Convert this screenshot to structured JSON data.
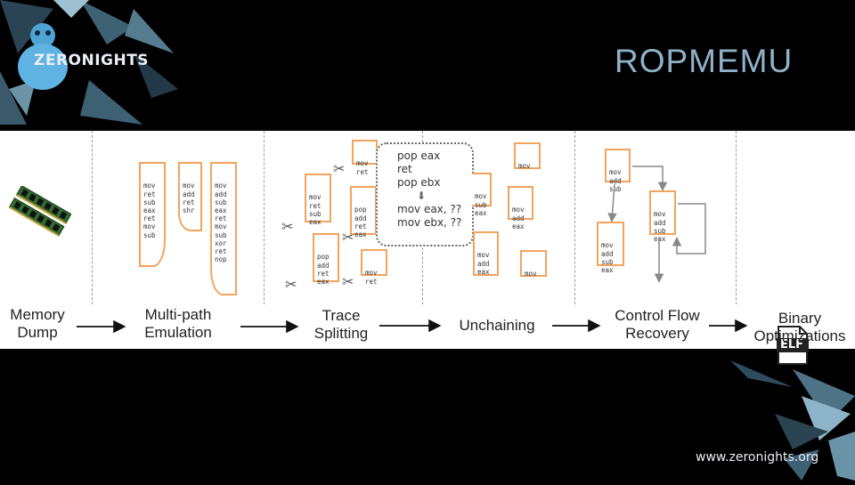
{
  "header": {
    "logo_text": "ZERONIGHTS",
    "title": "ROPMEMU"
  },
  "footer": {
    "url": "www.zeronights.org"
  },
  "colors": {
    "background": "#000000",
    "title": "#8fb2c9",
    "box_border": "#f3a35e",
    "panel": "#ffffff"
  },
  "pipeline": {
    "stages": [
      {
        "label_1": "Memory",
        "label_2": "Dump"
      },
      {
        "label_1": "Multi-path",
        "label_2": "Emulation"
      },
      {
        "label_1": "Trace",
        "label_2": "Splitting"
      },
      {
        "label_1": "Unchaining",
        "label_2": ""
      },
      {
        "label_1": "Control Flow",
        "label_2": "Recovery"
      },
      {
        "label_1": "Binary",
        "label_2": "Optimizations"
      }
    ],
    "emulation_blocks": [
      [
        "mov",
        "ret",
        "sub",
        "eax",
        "ret",
        "mov",
        "sub"
      ],
      [
        "mov",
        "add",
        "ret",
        "shr"
      ],
      [
        "mov",
        "add",
        "sub",
        "eax",
        "ret",
        "mov",
        "sub",
        "xor",
        "ret",
        "nop"
      ]
    ],
    "split_blocks": [
      [
        "mov",
        "ret"
      ],
      [
        "mov",
        "ret",
        "sub",
        "eax"
      ],
      [
        "pop",
        "add",
        "ret",
        "eax"
      ],
      [
        "pop",
        "add",
        "ret",
        "eax"
      ],
      [
        "mov",
        "ret"
      ]
    ],
    "callout_lines": [
      "pop  eax",
      "ret",
      "pop ebx",
      "mov eax, ??",
      "mov ebx, ??"
    ],
    "unchain_blocks": [
      [
        "mov"
      ],
      [
        "mov",
        "sub",
        "eax"
      ],
      [
        "mov",
        "add",
        "eax"
      ],
      [
        "mov",
        "add",
        "eax"
      ],
      [
        "mov"
      ]
    ],
    "cfg_blocks": [
      [
        "mov",
        "add",
        "sub"
      ],
      [
        "mov",
        "add",
        "sub",
        "eax"
      ],
      [
        "mov",
        "add",
        "sub",
        "eax"
      ]
    ],
    "elf_label": "ELF"
  }
}
